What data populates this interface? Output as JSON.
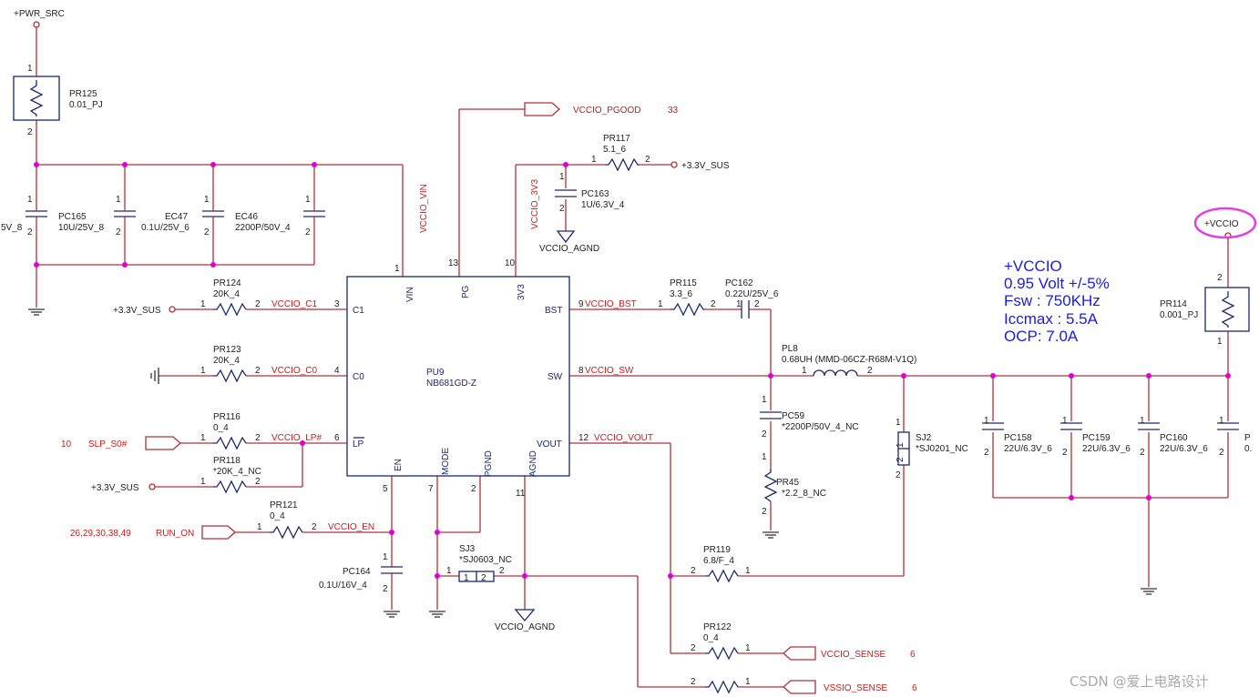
{
  "nets": {
    "pwr_src": "+PWR_SRC",
    "v33_sus_top": "+3.3V_SUS",
    "v33_sus_c1": "+3.3V_SUS",
    "v33_sus_lp": "+3.3V_SUS",
    "vccio_pgood": "VCCIO_PGOOD",
    "vccio_pgood_page": "33",
    "vccio_agnd_top": "VCCIO_AGND",
    "vccio_agnd_bottom": "VCCIO_AGND",
    "vccio_out": "+VCCIO",
    "slp_s0": "SLP_S0#",
    "slp_s0_page": "10",
    "run_on": "RUN_ON",
    "run_on_pages": "26,29,30,38,49",
    "vccio_sense": "VCCIO_SENSE",
    "vccio_sense_page": "6",
    "vssio_sense": "VSSIO_SENSE",
    "vssio_sense_page": "6",
    "vccio_vin": "VCCIO_VIN",
    "vccio_3v3": "VCCIO_3V3",
    "vccio_c1": "VCCIO_C1",
    "vccio_c0": "VCCIO_C0",
    "vccio_lp": "VCCIO_LP#",
    "vccio_en": "VCCIO_EN",
    "vccio_bst": "VCCIO_BST",
    "vccio_sw": "VCCIO_SW",
    "vccio_vout": "VCCIO_VOUT"
  },
  "ic": {
    "ref": "PU9",
    "part": "NB681GD-Z",
    "pins": {
      "vin": "VIN",
      "pg": "PG",
      "v3v3": "3V3",
      "c1": "C1",
      "c0": "C0",
      "lp": "LP",
      "bst": "BST",
      "sw": "SW",
      "vout": "VOUT",
      "en": "EN",
      "mode": "MODE",
      "pgnd": "PGND",
      "agnd": "AGND"
    },
    "pin_numbers": {
      "vin": "1",
      "pg": "13",
      "v3v3": "10",
      "c1": "3",
      "c0": "4",
      "lp": "6",
      "bst": "9",
      "sw": "8",
      "vout": "12",
      "en": "5",
      "mode": "7",
      "pgnd": "2",
      "agnd": "11"
    }
  },
  "parts": {
    "pr125": {
      "ref": "PR125",
      "val": "0.01_PJ"
    },
    "pc165": {
      "ref": "PC165",
      "val": "10U/25V_8"
    },
    "pc_left_val": "5V_8",
    "ec47": {
      "ref": "EC47",
      "val": "0.1U/25V_6"
    },
    "ec46": {
      "ref": "EC46",
      "val": "2200P/50V_4"
    },
    "pr117": {
      "ref": "PR117",
      "val": "5.1_6"
    },
    "pc163": {
      "ref": "PC163",
      "val": "1U/6.3V_4"
    },
    "pr124": {
      "ref": "PR124",
      "val": "20K_4"
    },
    "pr123": {
      "ref": "PR123",
      "val": "20K_4"
    },
    "pr116": {
      "ref": "PR116",
      "val": "0_4"
    },
    "pr118": {
      "ref": "PR118",
      "val": "*20K_4_NC"
    },
    "pr121": {
      "ref": "PR121",
      "val": "0_4"
    },
    "pc164": {
      "ref": "PC164",
      "val": "0.1U/16V_4"
    },
    "sj3": {
      "ref": "SJ3",
      "val": "*SJ0603_NC"
    },
    "pr115": {
      "ref": "PR115",
      "val": "3.3_6"
    },
    "pc162": {
      "ref": "PC162",
      "val": "0.22U/25V_6"
    },
    "pl8": {
      "ref": "PL8",
      "val": "0.68UH (MMD-06CZ-R68M-V1Q)"
    },
    "pc59": {
      "ref": "PC59",
      "val": "*2200P/50V_4_NC"
    },
    "pr45": {
      "ref": "PR45",
      "val": "*2.2_8_NC"
    },
    "sj2": {
      "ref": "SJ2",
      "val": "*SJ0201_NC"
    },
    "pr119": {
      "ref": "PR119",
      "val": "6.8/F_4"
    },
    "pr122": {
      "ref": "PR122",
      "val": "0_4"
    },
    "pc158": {
      "ref": "PC158",
      "val": "22U/6.3V_6"
    },
    "pc159": {
      "ref": "PC159",
      "val": "22U/6.3V_6"
    },
    "pc160": {
      "ref": "PC160",
      "val": "22U/6.3V_6"
    },
    "pc_right_ref": "P",
    "pc_right_val": "0.",
    "pr114": {
      "ref": "PR114",
      "val": "0.001_PJ"
    }
  },
  "spec_note": [
    "+VCCIO",
    "0.95 Volt +/-5%",
    "Fsw : 750KHz",
    "Iccmax : 5.5A",
    "OCP: 7.0A"
  ],
  "watermark": "CSDN @爱上电路设计",
  "colors": {
    "wire": "#b0303a",
    "component": "#1a2a6c",
    "junction": "#e000d0",
    "net_label": "#cc1a1a",
    "note": "#1a1aee",
    "highlight": "#e040e0"
  }
}
